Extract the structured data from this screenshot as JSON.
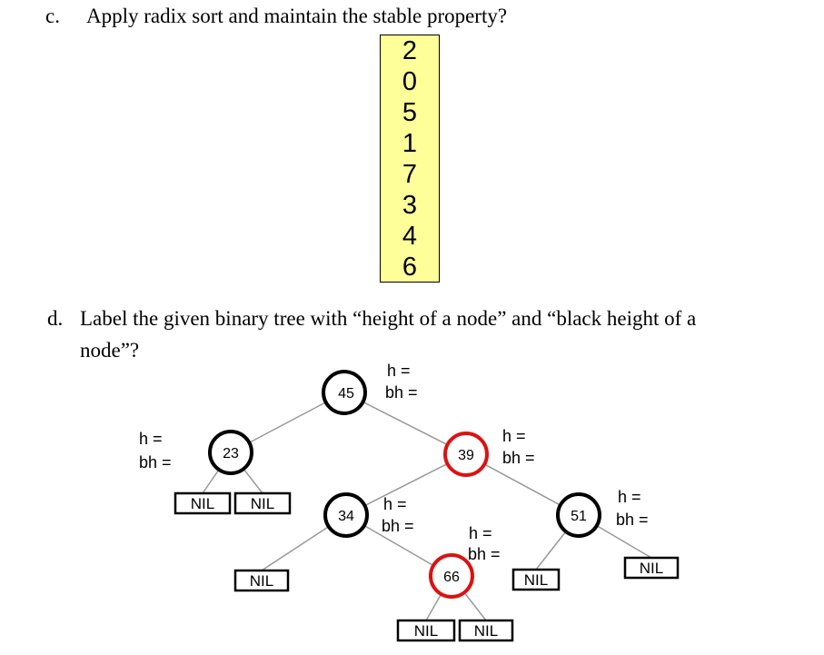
{
  "part_c": {
    "letter": "c.",
    "text": "Apply radix sort and maintain the stable property?",
    "digits": [
      "2",
      "0",
      "5",
      "1",
      "7",
      "3",
      "4",
      "6"
    ]
  },
  "part_d": {
    "letter": "d.",
    "line1": "Label the given binary tree with “height of a node” and “black height of a",
    "line2": "node”?"
  },
  "tree": {
    "colors": {
      "black": "#000000",
      "red": "#dd1111",
      "edge": "#999999"
    },
    "h_label": "h =",
    "bh_label": "bh =",
    "nil_label": "NIL",
    "nodes": [
      {
        "id": "45",
        "label": "45",
        "color": "black"
      },
      {
        "id": "23",
        "label": "23",
        "color": "black"
      },
      {
        "id": "39",
        "label": "39",
        "color": "red"
      },
      {
        "id": "34",
        "label": "34",
        "color": "black"
      },
      {
        "id": "51",
        "label": "51",
        "color": "black"
      },
      {
        "id": "66",
        "label": "66",
        "color": "red"
      }
    ],
    "edges": [
      [
        "45",
        "23"
      ],
      [
        "45",
        "39"
      ],
      [
        "39",
        "34"
      ],
      [
        "39",
        "51"
      ],
      [
        "34",
        "66"
      ]
    ]
  }
}
